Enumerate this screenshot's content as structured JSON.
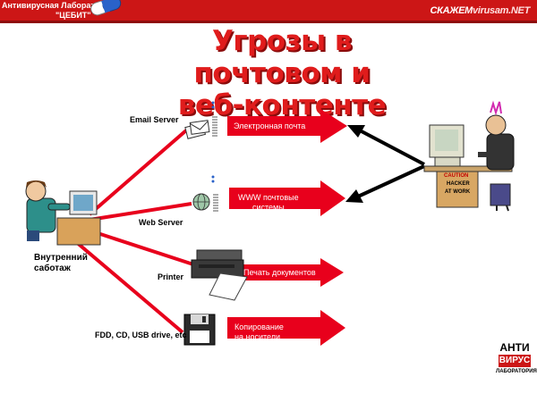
{
  "header": {
    "lab_line1": "Антивирусная Лаборатория",
    "lab_line2": "\"ЦЕБИТ\"",
    "tagline_part1": "СКАЖЕМ",
    "tagline_part2": "virusam.NET"
  },
  "title": {
    "line1": "Угрозы в почтовом и",
    "line2": "веб-контенте"
  },
  "sources": {
    "email_server": "Email Server",
    "web_server": "Web Server",
    "printer": "Printer",
    "removable": "FDD, CD, USB drive, etc"
  },
  "arrows": {
    "email": "Электронная почта",
    "www_line1": "WWW почтовые",
    "www_line2": "системы",
    "print": "Печать документов",
    "copy_line1": "Копирование",
    "copy_line2": "на носители"
  },
  "insider": {
    "label_line1": "Внутренний",
    "label_line2": "саботаж"
  },
  "hacker": {
    "sign_line1": "CAUTION",
    "sign_line2": "HACKER",
    "sign_line3": "AT WORK"
  },
  "logo": {
    "anti": "АНТИ",
    "virus": "ВИРУС",
    "lab": "ЛАБОРАТОРИЯ"
  },
  "colors": {
    "accent": "#cc1616",
    "arrow_red": "#e8001c",
    "title_red": "#e01c1c"
  }
}
